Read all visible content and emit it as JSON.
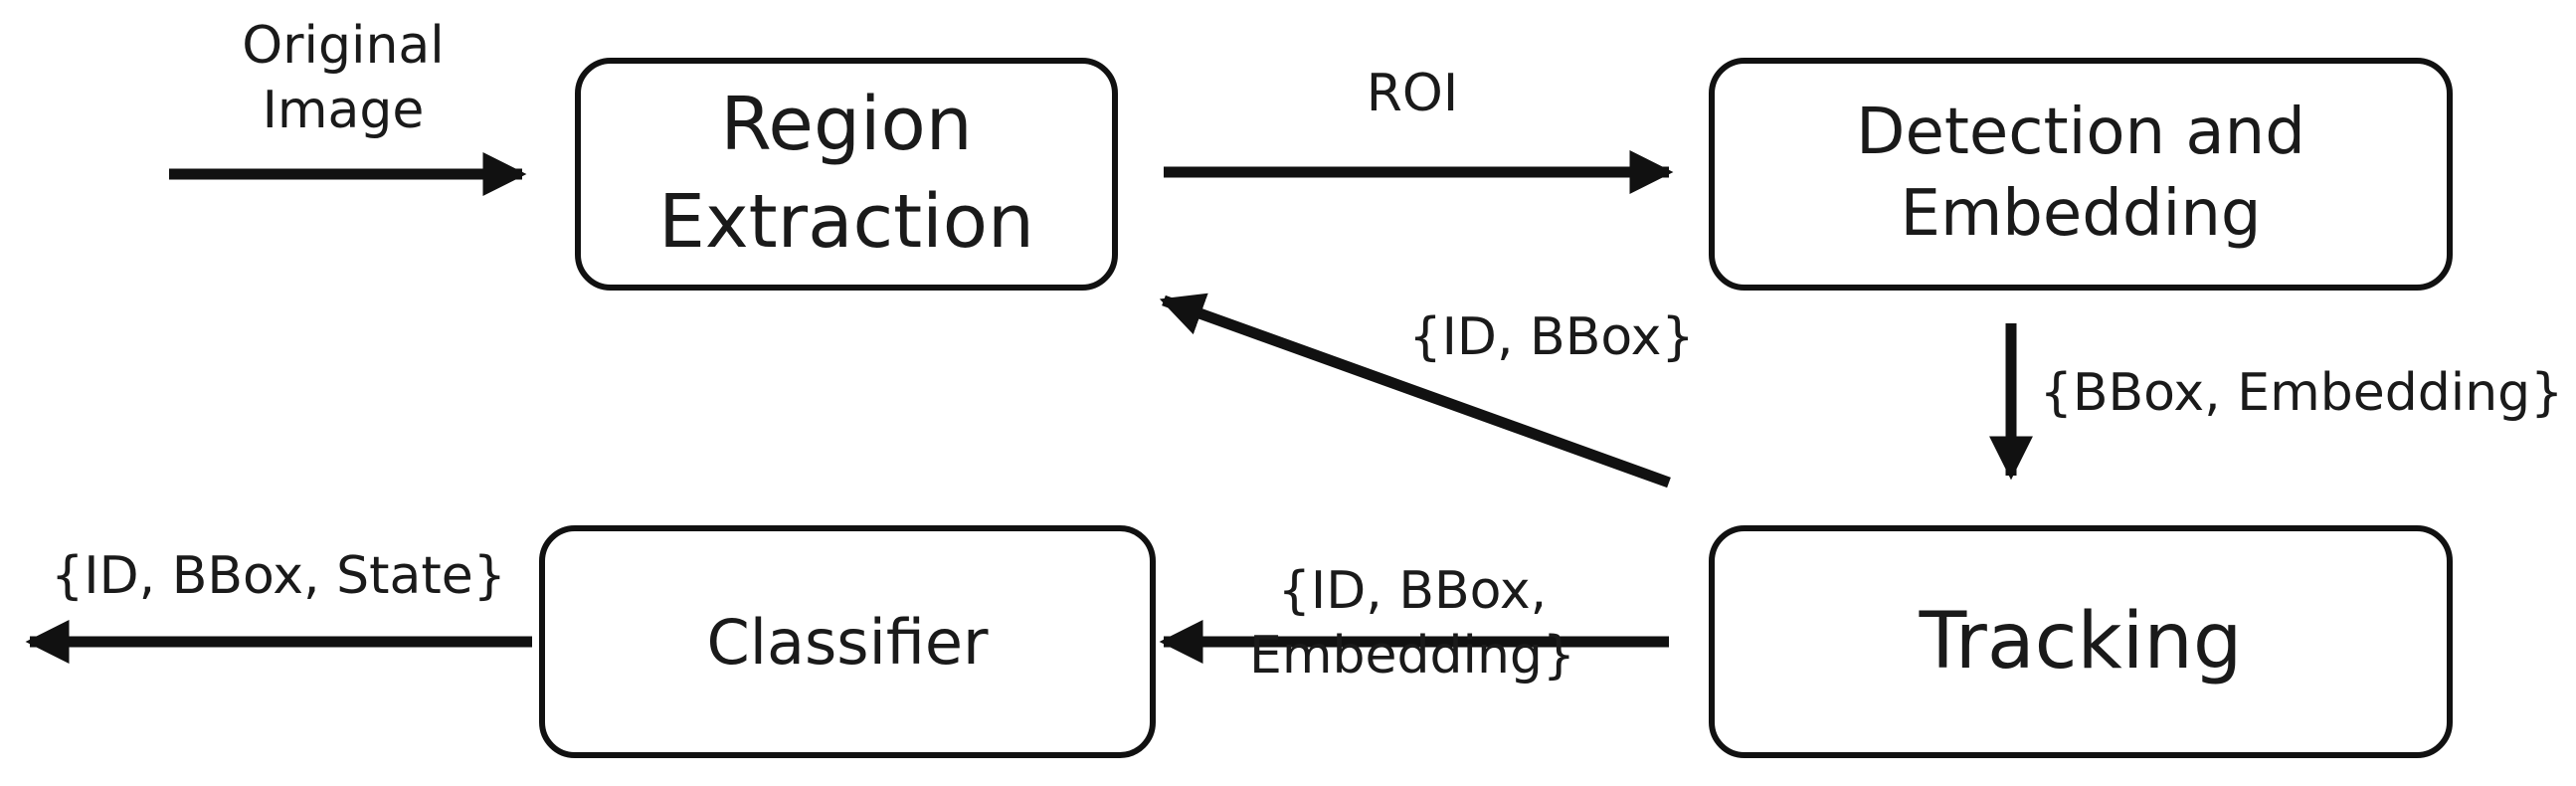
{
  "nodes": {
    "region_extraction": "Region\nExtraction",
    "detection_embedding": "Detection and\nEmbedding",
    "tracking": "Tracking",
    "classifier": "Classifier"
  },
  "edges": {
    "input": "Original\nImage",
    "roi": "ROI",
    "id_bbox": "{ID, BBox}",
    "bbox_embedding": "{BBox, Embedding}",
    "id_bbox_embedding": "{ID, BBox,\nEmbedding}",
    "output": "{ID, BBox, State}"
  },
  "colors": {
    "stroke": "#111111",
    "text": "#1a1a1a"
  }
}
